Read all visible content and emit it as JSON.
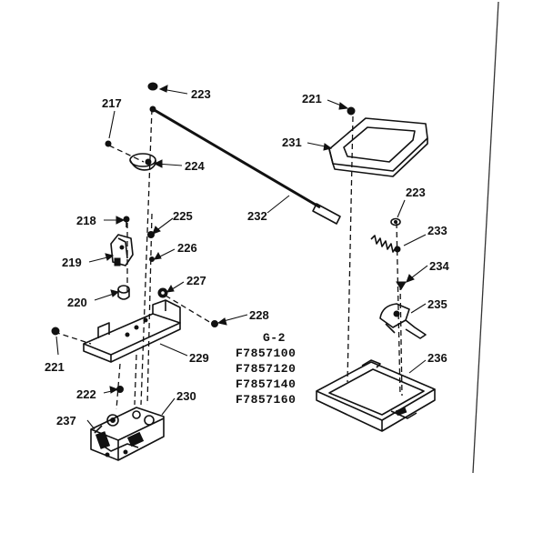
{
  "callouts": [
    {
      "id": "217",
      "text": "217"
    },
    {
      "id": "223a",
      "text": "223"
    },
    {
      "id": "224",
      "text": "224"
    },
    {
      "id": "218",
      "text": "218"
    },
    {
      "id": "225",
      "text": "225"
    },
    {
      "id": "226",
      "text": "226"
    },
    {
      "id": "219",
      "text": "219"
    },
    {
      "id": "227",
      "text": "227"
    },
    {
      "id": "220",
      "text": "220"
    },
    {
      "id": "228",
      "text": "228"
    },
    {
      "id": "221a",
      "text": "221"
    },
    {
      "id": "229",
      "text": "229"
    },
    {
      "id": "222",
      "text": "222"
    },
    {
      "id": "230",
      "text": "230"
    },
    {
      "id": "237",
      "text": "237"
    },
    {
      "id": "221b",
      "text": "221"
    },
    {
      "id": "231",
      "text": "231"
    },
    {
      "id": "232",
      "text": "232"
    },
    {
      "id": "223b",
      "text": "223"
    },
    {
      "id": "233",
      "text": "233"
    },
    {
      "id": "234",
      "text": "234"
    },
    {
      "id": "235",
      "text": "235"
    },
    {
      "id": "236",
      "text": "236"
    }
  ],
  "model_block": {
    "group": "G-2",
    "models": [
      "F7857100",
      "F7857120",
      "F7857140",
      "F7857160"
    ]
  }
}
